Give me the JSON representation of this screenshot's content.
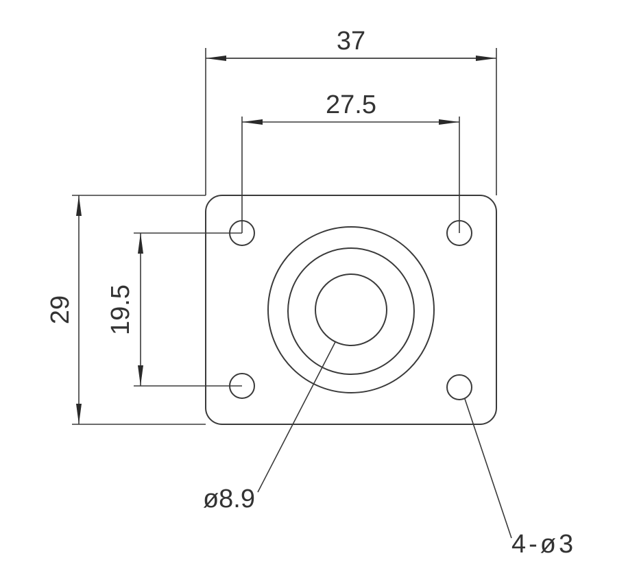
{
  "title": "Mounting plate dimension drawing",
  "dimensions": {
    "overall_width": "37",
    "hole_spacing_horizontal": "27.5",
    "overall_height": "29",
    "hole_spacing_vertical": "19.5"
  },
  "callouts": {
    "center_bore": "ø8.9",
    "mounting_holes": "4-ø3"
  },
  "colors": {
    "line": "#3a3a3a",
    "background": "#ffffff"
  }
}
